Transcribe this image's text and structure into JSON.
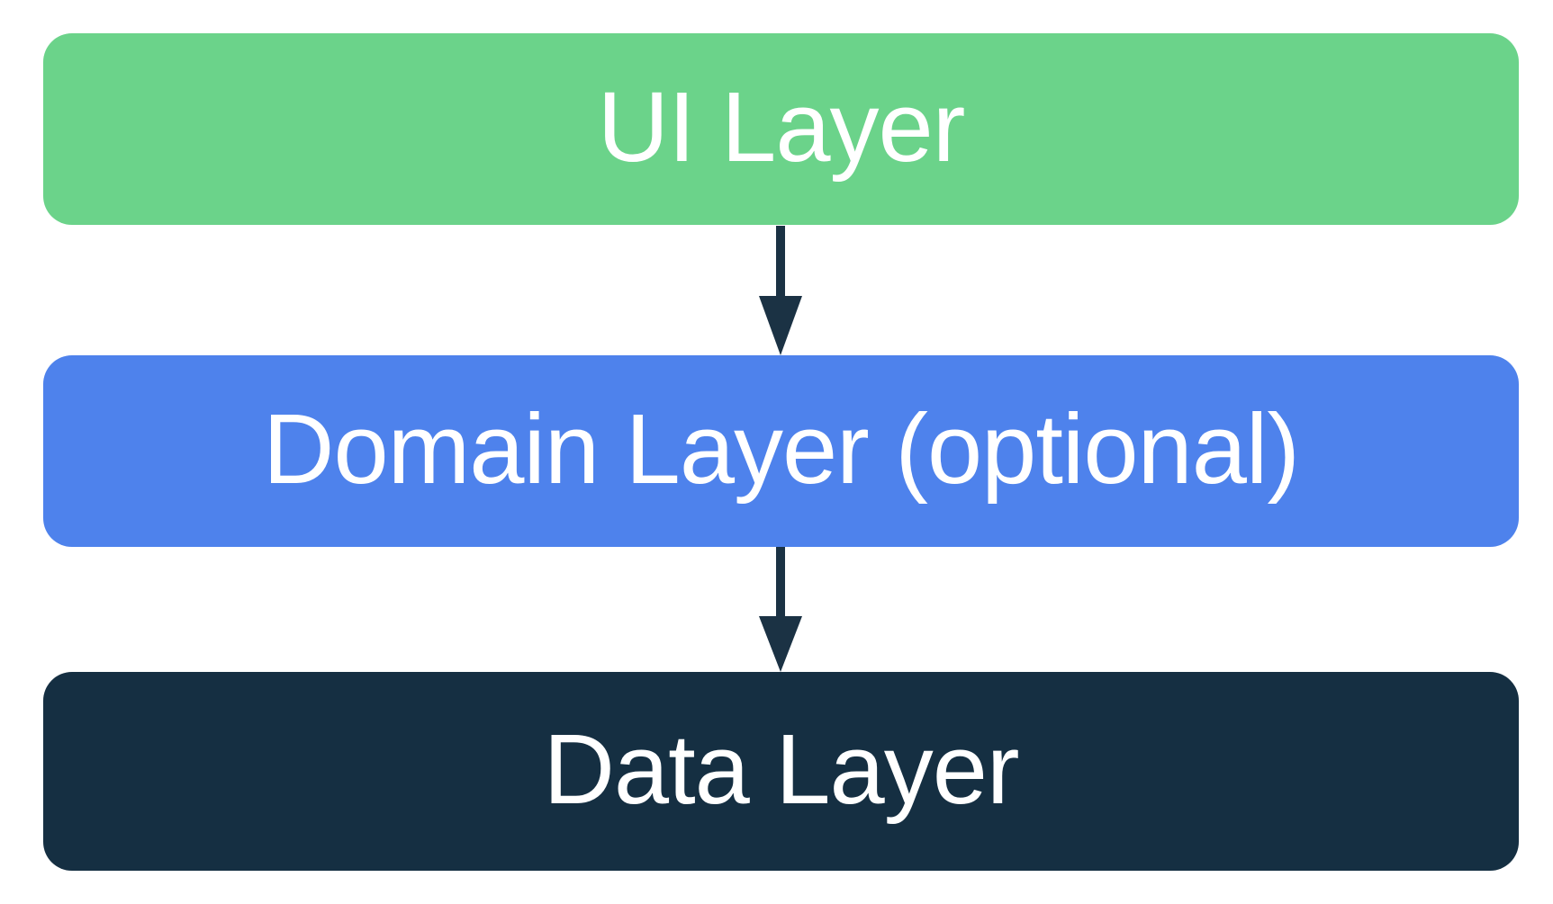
{
  "diagram": {
    "background_color": "#FFFFFF",
    "text_color": "#FFFFFF",
    "arrow_color": "#1B3244",
    "layers": [
      {
        "label": "UI Layer",
        "color": "#6BD38A"
      },
      {
        "label": "Domain Layer (optional)",
        "color": "#4E82EC"
      },
      {
        "label": "Data Layer",
        "color": "#152F42"
      }
    ],
    "arrows": [
      {
        "icon": "down-arrow-icon",
        "from": "UI Layer",
        "to": "Domain Layer (optional)"
      },
      {
        "icon": "down-arrow-icon",
        "from": "Domain Layer (optional)",
        "to": "Data Layer"
      }
    ]
  }
}
